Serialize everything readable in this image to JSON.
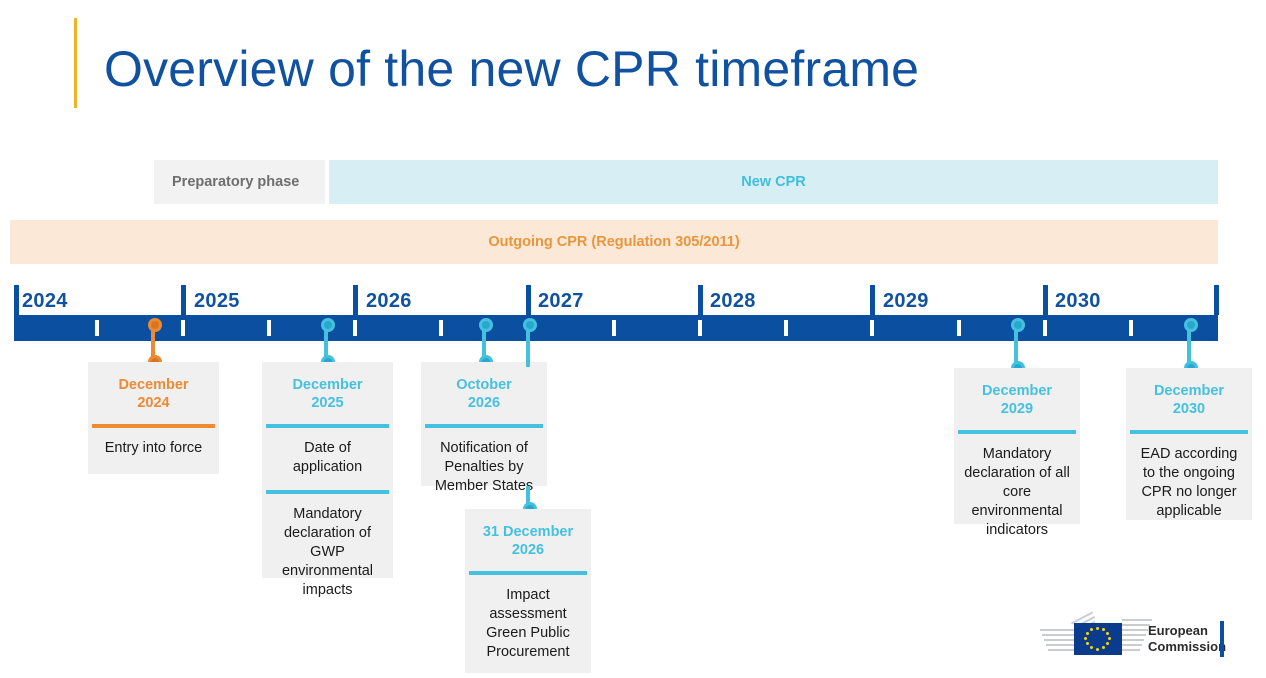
{
  "title": "Overview of the new CPR timeframe",
  "phases": [
    {
      "label": "Preparatory phase",
      "color": "#6e6e6e",
      "background": "#f2f2f2"
    },
    {
      "label": "New CPR",
      "color": "#3ebfdd",
      "background": "#d8eef5"
    },
    {
      "label": "Outgoing CPR (Regulation 305/2011)",
      "color": "#e8963c",
      "background": "#fbe8d7"
    }
  ],
  "axis": {
    "years": [
      "2024",
      "2025",
      "2026",
      "2027",
      "2028",
      "2029",
      "2030"
    ],
    "bar_color": "#0b50a0",
    "tick_color": "#ffffff"
  },
  "milestones": [
    {
      "id": "december-2024",
      "date": "December\n2024",
      "date_line1": "December",
      "date_line2": "2024",
      "accent": "#ef8a32",
      "bodies": [
        "Entry into force"
      ]
    },
    {
      "id": "december-2025",
      "date_line1": "December",
      "date_line2": "2025",
      "accent": "#45c1e0",
      "bodies": [
        "Date of application",
        "Mandatory declaration of GWP environmental impacts"
      ]
    },
    {
      "id": "october-2026",
      "date_line1": "October",
      "date_line2": "2026",
      "accent": "#45c1e0",
      "bodies": [
        "Notification of Penalties by Member States"
      ]
    },
    {
      "id": "31-december-2026",
      "date_line1": "31 December",
      "date_line2": "2026",
      "accent": "#45c1e0",
      "bodies": [
        "Impact assessment Green Public Procurement"
      ]
    },
    {
      "id": "december-2029",
      "date_line1": "December",
      "date_line2": "2029",
      "accent": "#45c1e0",
      "bodies": [
        "Mandatory declaration of all core environmental indicators"
      ]
    },
    {
      "id": "december-2030",
      "date_line1": "December",
      "date_line2": "2030",
      "accent": "#45c1e0",
      "bodies": [
        "EAD according to the ongoing CPR no longer applicable"
      ]
    }
  ],
  "logo": {
    "line1": "European",
    "line2": "Commission"
  },
  "colors": {
    "title": "#10529f",
    "title_rule": "#f0b323",
    "orange": "#ef8a32",
    "cyan": "#45c1e0",
    "deep_blue": "#0b50a0"
  }
}
